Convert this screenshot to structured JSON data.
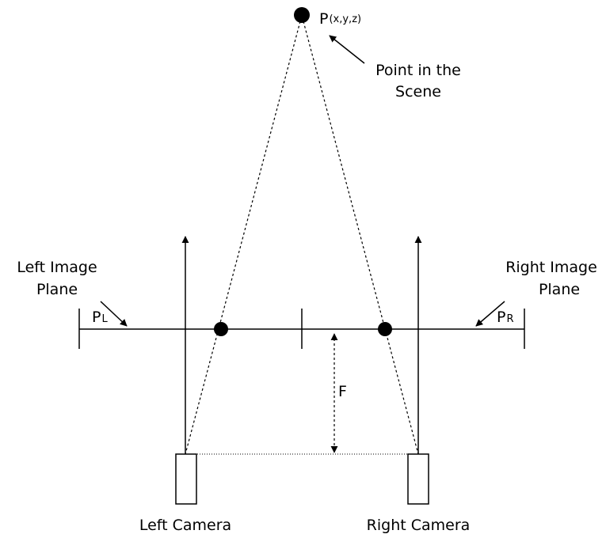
{
  "point": {
    "label_main": "P",
    "label_sub": "(x,y,z)",
    "caption_line1": "Point in the",
    "caption_line2": "Scene"
  },
  "left_plane": {
    "caption_line1": "Left Image",
    "caption_line2": "Plane",
    "projection_main": "P",
    "projection_sub": "L"
  },
  "right_plane": {
    "caption_line1": "Right Image",
    "caption_line2": "Plane",
    "projection_main": "P",
    "projection_sub": "R"
  },
  "focal_length_label": "F",
  "left_camera_label": "Left Camera",
  "right_camera_label": "Right Camera"
}
